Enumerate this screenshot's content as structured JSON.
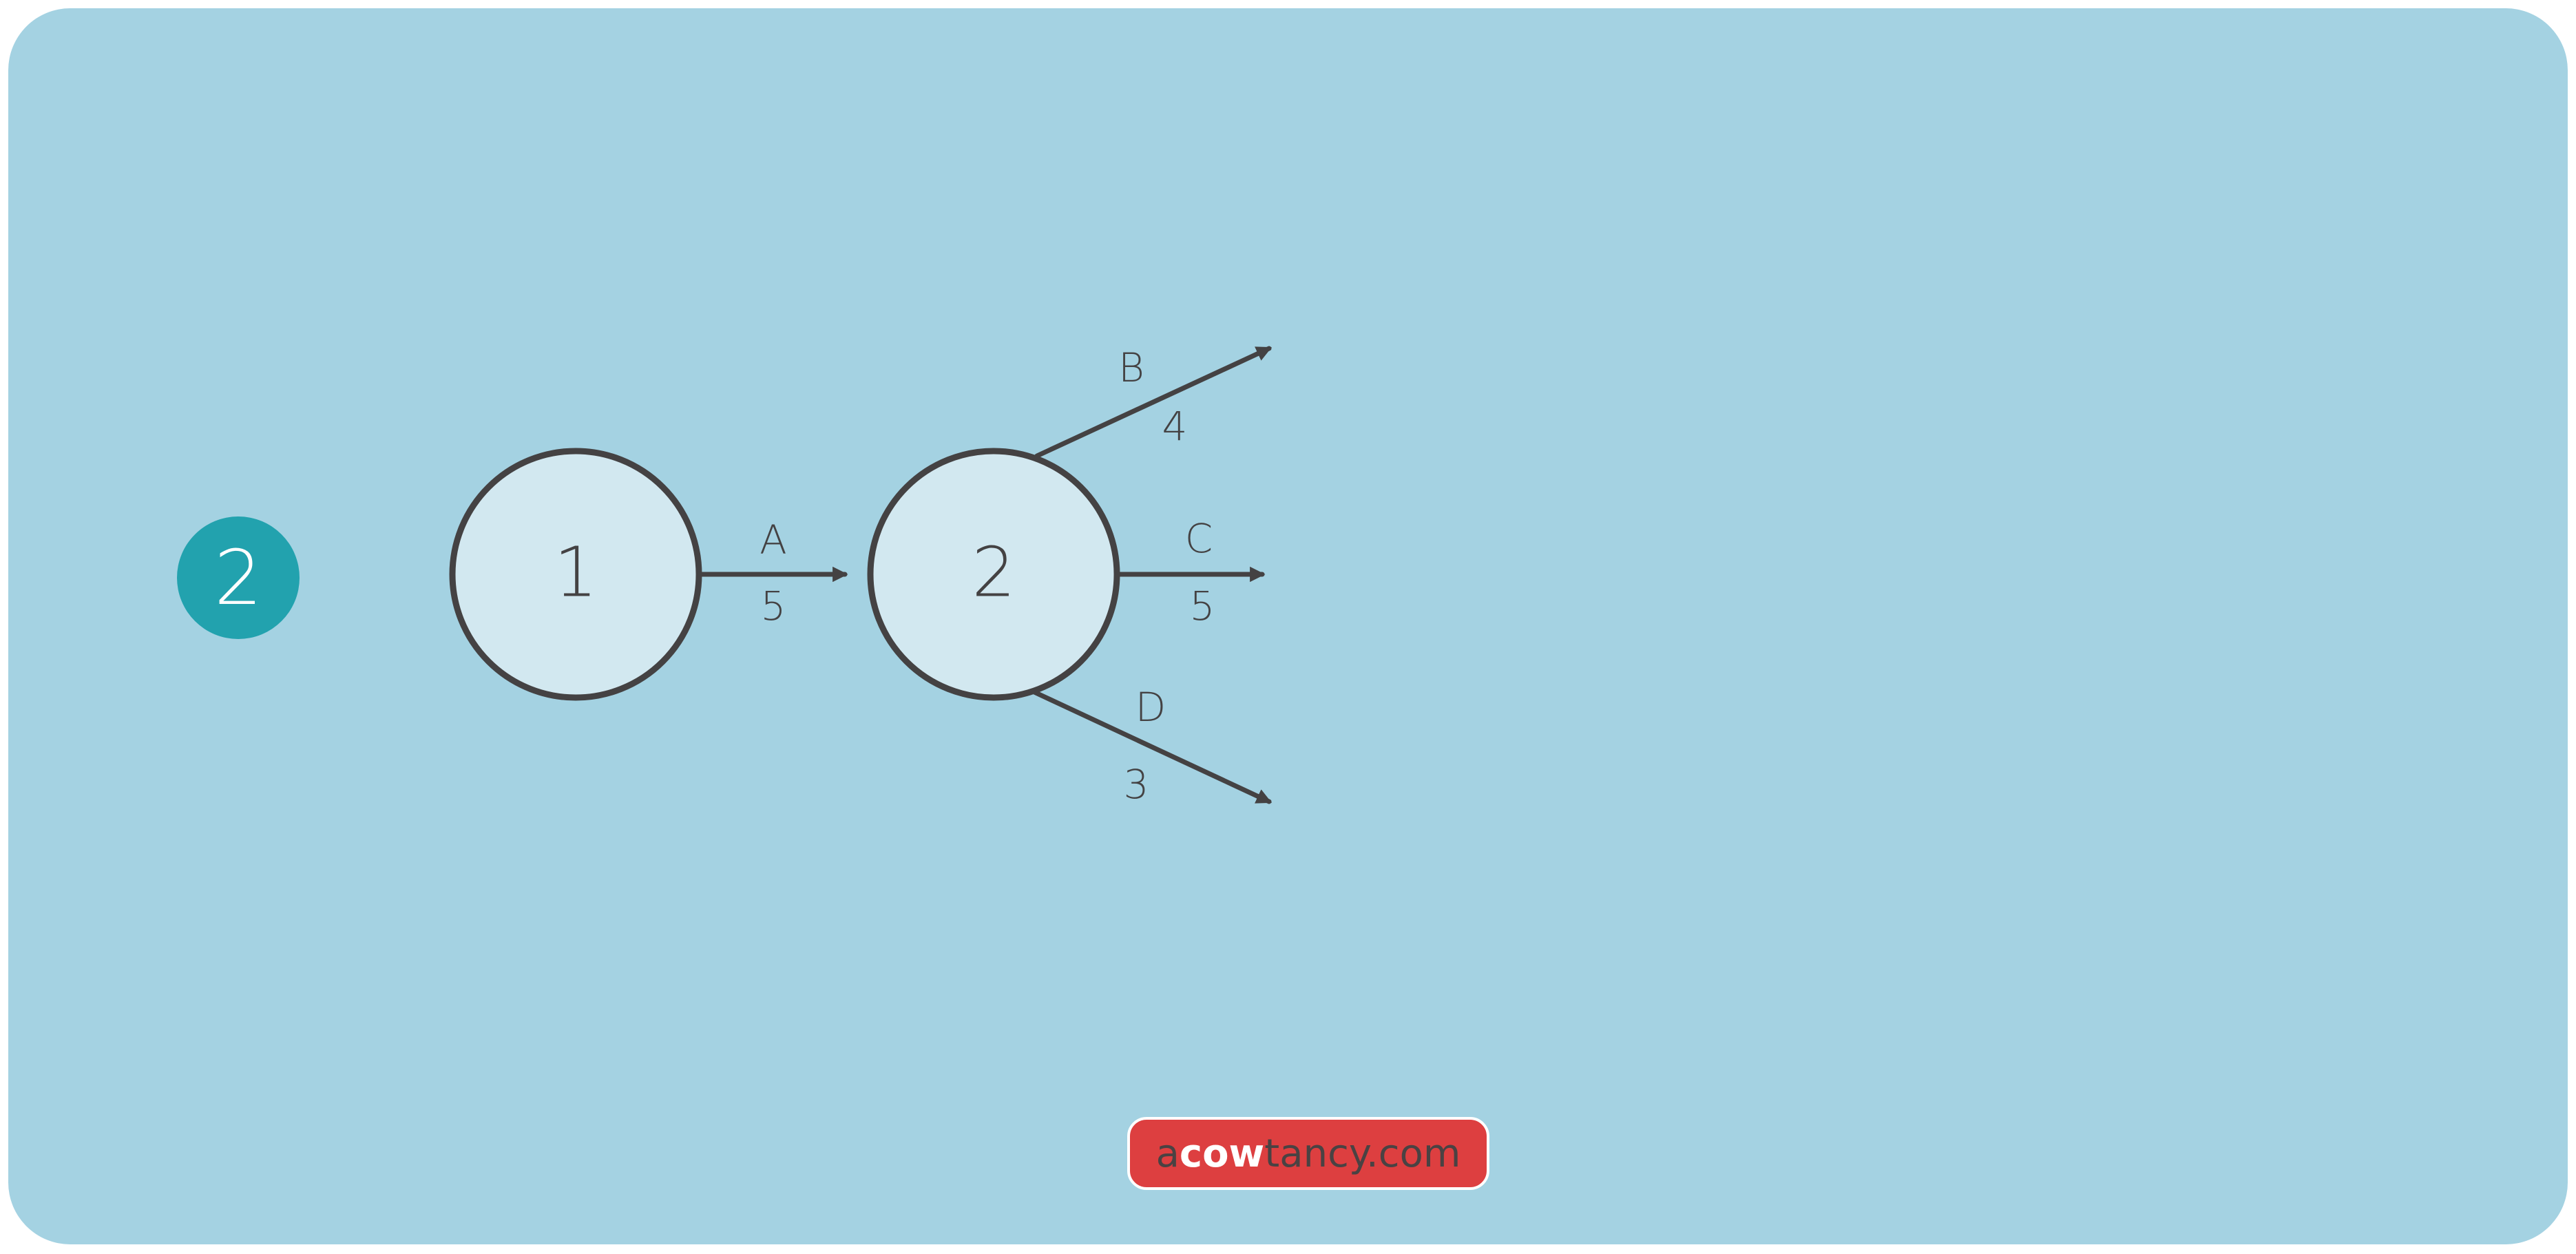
{
  "step": {
    "number": "2",
    "color": "#22a2ae"
  },
  "diagram": {
    "nodes": [
      {
        "id": "1",
        "label": "1"
      },
      {
        "id": "2",
        "label": "2"
      }
    ],
    "edges": [
      {
        "from": "1",
        "to": "2",
        "letter": "A",
        "value": "5"
      },
      {
        "from": "2",
        "to": null,
        "letter": "B",
        "value": "4"
      },
      {
        "from": "2",
        "to": null,
        "letter": "C",
        "value": "5"
      },
      {
        "from": "2",
        "to": null,
        "letter": "D",
        "value": "3"
      }
    ],
    "colors": {
      "background": "#a4d2e2",
      "node_fill": "#d2e8f0",
      "stroke": "#444243"
    }
  },
  "brand": {
    "prefix": "a",
    "highlight": "cow",
    "suffix": "tancy.com",
    "color": "#dd3f40"
  }
}
